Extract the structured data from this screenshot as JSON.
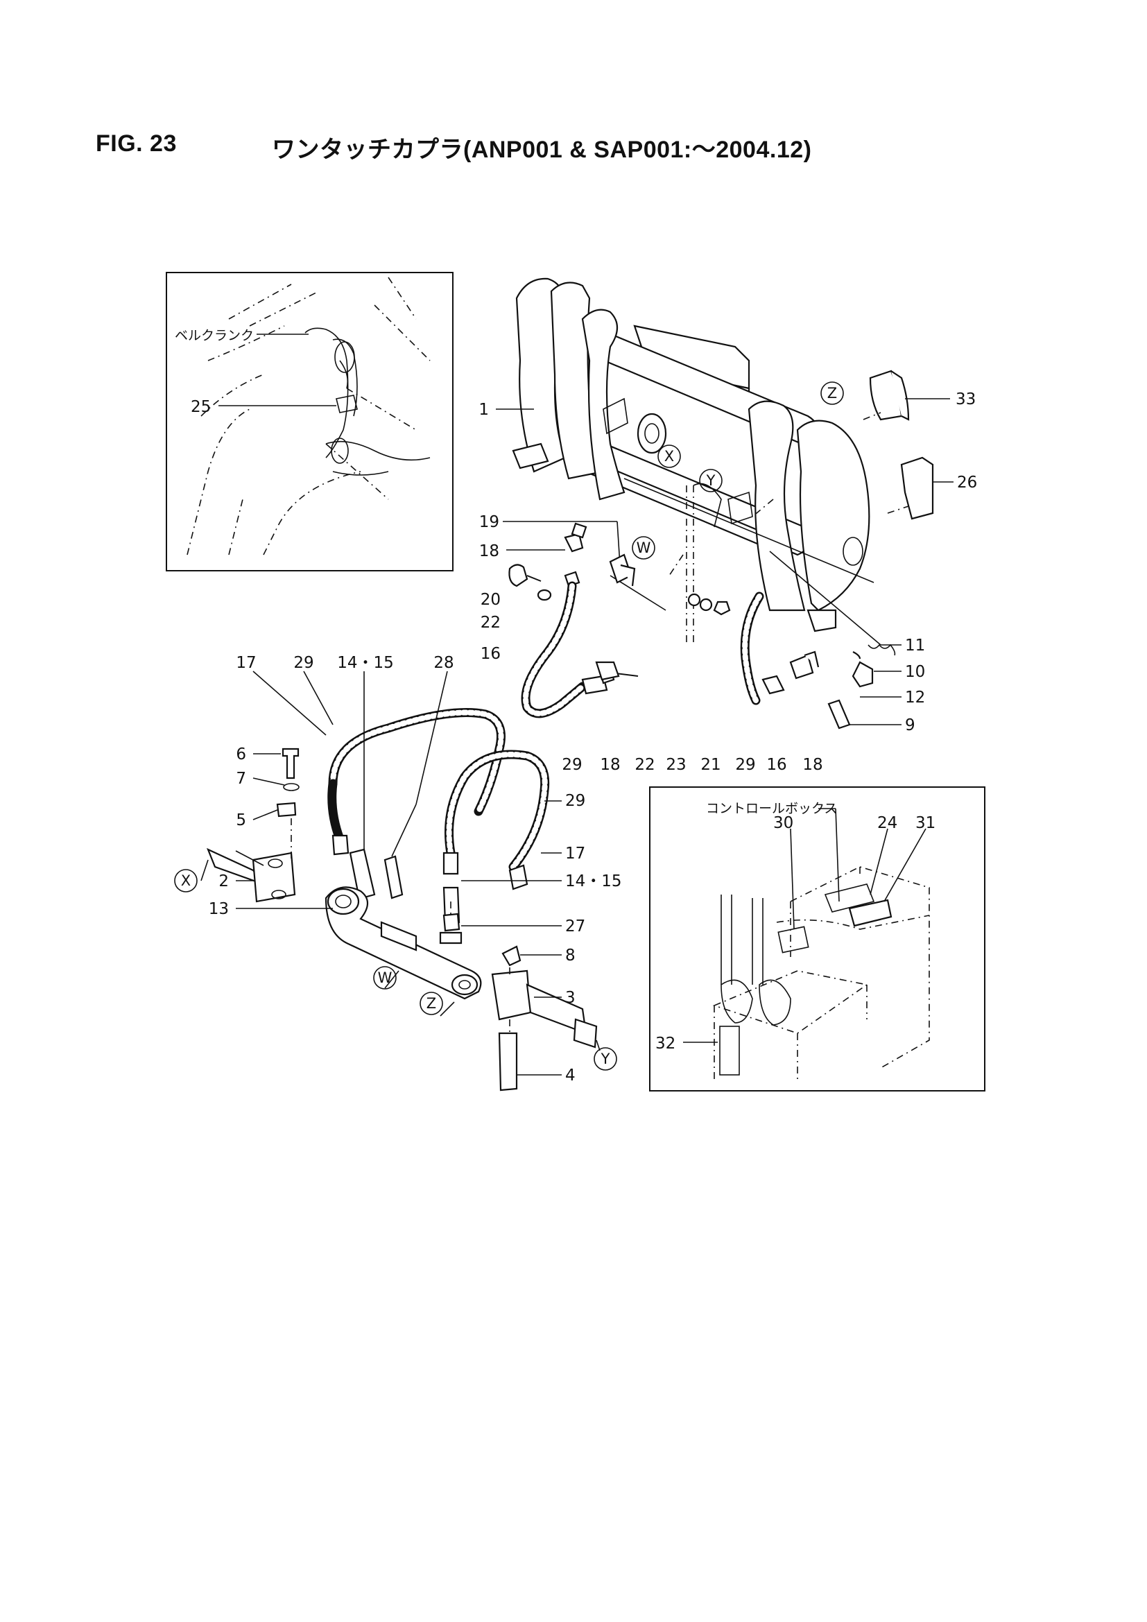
{
  "header": {
    "fig_label": "FIG. 23",
    "fig_name": "ワンタッチカプラ(ANP001 & SAP001:〜2004.12)"
  },
  "inset_top_left": {
    "caption": "ベルクランク",
    "part_label": "25"
  },
  "inset_bottom_right": {
    "caption": "コントロールボックス",
    "labels": [
      "30",
      "24",
      "31",
      "32"
    ]
  },
  "callouts": {
    "p1": "1",
    "p2": "2",
    "p3": "3",
    "p4": "4",
    "p5": "5",
    "p6": "6",
    "p7": "7",
    "p8": "8",
    "p9": "9",
    "p10": "10",
    "p11": "11",
    "p12": "12",
    "p13": "13",
    "p14_15_a": "14・15",
    "p14_15_b": "14・15",
    "p16_a": "16",
    "p16_b": "16",
    "p17_a": "17",
    "p17_b": "17",
    "p18_a": "18",
    "p18_b": "18",
    "p18_c": "18",
    "p19": "19",
    "p20": "20",
    "p21": "21",
    "p22_a": "22",
    "p22_b": "22",
    "p23": "23",
    "p26": "26",
    "p27": "27",
    "p28": "28",
    "p29_a": "29",
    "p29_b": "29",
    "p29_c": "29",
    "p29_d": "29",
    "p33": "33"
  },
  "view_markers": {
    "x_top": "X",
    "y_top": "Y",
    "z_top": "Z",
    "w_top": "W",
    "x_bottom": "X",
    "y_bottom": "Y",
    "z_bottom": "Z",
    "w_bottom": "W"
  }
}
